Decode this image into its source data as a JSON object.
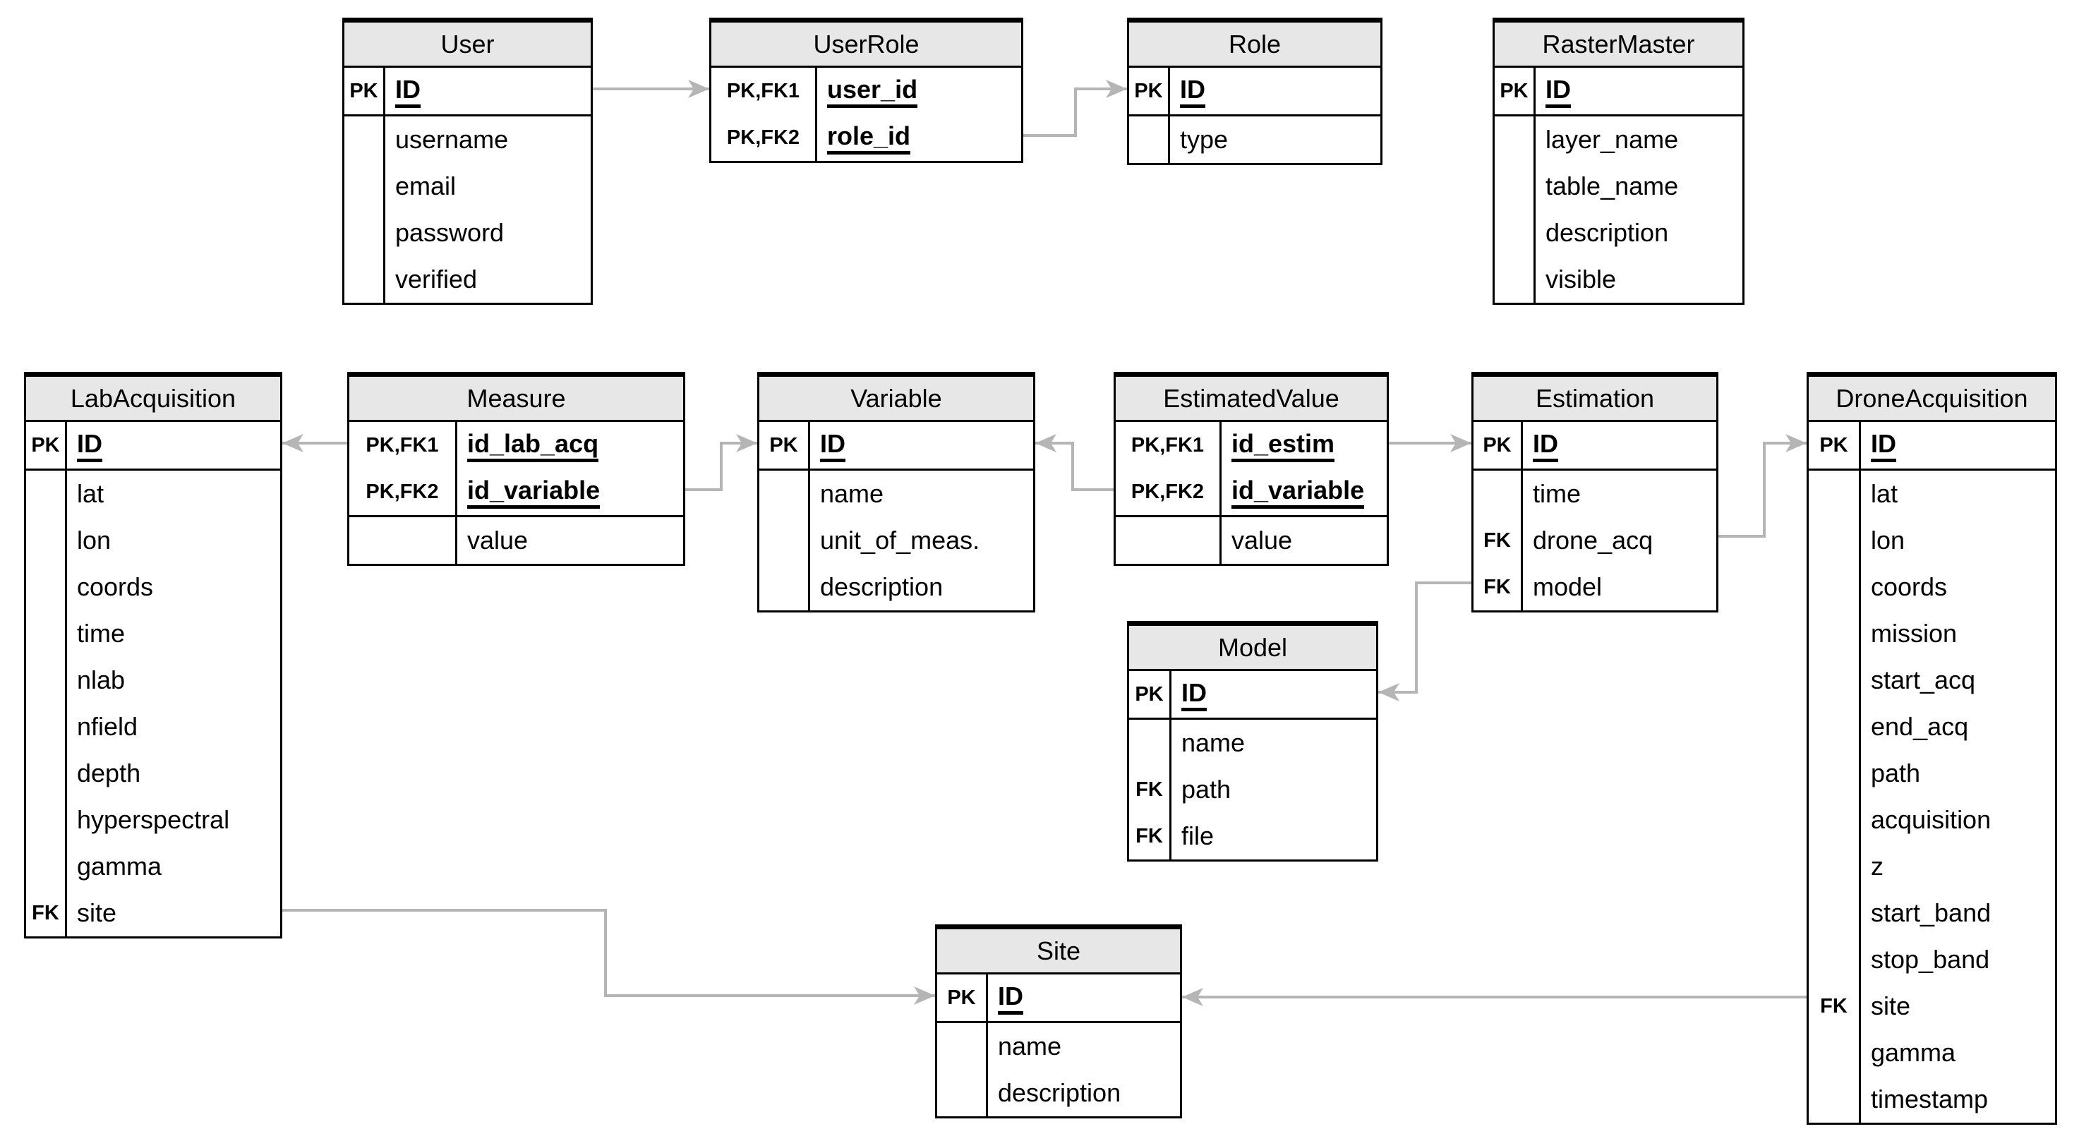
{
  "diagram": {
    "type": "entity-relationship-diagram",
    "colors": {
      "background": "#ffffff",
      "header_fill": "#e7e7e7",
      "border": "#000000",
      "connector": "#b5b5b5"
    },
    "entities": [
      {
        "id": "user",
        "title": "User",
        "rows": [
          {
            "key": "PK",
            "field": "ID",
            "pk": true
          },
          {
            "key": "",
            "field": "username"
          },
          {
            "key": "",
            "field": "email"
          },
          {
            "key": "",
            "field": "password"
          },
          {
            "key": "",
            "field": "verified"
          }
        ]
      },
      {
        "id": "user_role",
        "title": "UserRole",
        "rows": [
          {
            "key": "PK,FK1",
            "field": "user_id",
            "pk": true
          },
          {
            "key": "PK,FK2",
            "field": "role_id",
            "pk": true
          }
        ]
      },
      {
        "id": "role",
        "title": "Role",
        "rows": [
          {
            "key": "PK",
            "field": "ID",
            "pk": true
          },
          {
            "key": "",
            "field": "type"
          }
        ]
      },
      {
        "id": "raster_master",
        "title": "RasterMaster",
        "rows": [
          {
            "key": "PK",
            "field": "ID",
            "pk": true
          },
          {
            "key": "",
            "field": "layer_name"
          },
          {
            "key": "",
            "field": "table_name"
          },
          {
            "key": "",
            "field": "description"
          },
          {
            "key": "",
            "field": "visible"
          }
        ]
      },
      {
        "id": "lab_acquisition",
        "title": "LabAcquisition",
        "rows": [
          {
            "key": "PK",
            "field": "ID",
            "pk": true
          },
          {
            "key": "",
            "field": "lat"
          },
          {
            "key": "",
            "field": "lon"
          },
          {
            "key": "",
            "field": "coords"
          },
          {
            "key": "",
            "field": "time"
          },
          {
            "key": "",
            "field": "nlab"
          },
          {
            "key": "",
            "field": "nfield"
          },
          {
            "key": "",
            "field": "depth"
          },
          {
            "key": "",
            "field": "hyperspectral"
          },
          {
            "key": "",
            "field": "gamma"
          },
          {
            "key": "FK",
            "field": "site"
          }
        ]
      },
      {
        "id": "measure",
        "title": "Measure",
        "rows": [
          {
            "key": "PK,FK1",
            "field": "id_lab_acq",
            "pk": true
          },
          {
            "key": "PK,FK2",
            "field": "id_variable",
            "pk": true
          },
          {
            "key": "",
            "field": "value"
          }
        ]
      },
      {
        "id": "variable",
        "title": "Variable",
        "rows": [
          {
            "key": "PK",
            "field": "ID",
            "pk": true
          },
          {
            "key": "",
            "field": "name"
          },
          {
            "key": "",
            "field": "unit_of_meas."
          },
          {
            "key": "",
            "field": "description"
          }
        ]
      },
      {
        "id": "estimated_value",
        "title": "EstimatedValue",
        "rows": [
          {
            "key": "PK,FK1",
            "field": "id_estim",
            "pk": true
          },
          {
            "key": "PK,FK2",
            "field": "id_variable",
            "pk": true
          },
          {
            "key": "",
            "field": "value"
          }
        ]
      },
      {
        "id": "estimation",
        "title": "Estimation",
        "rows": [
          {
            "key": "PK",
            "field": "ID",
            "pk": true
          },
          {
            "key": "",
            "field": "time"
          },
          {
            "key": "FK",
            "field": "drone_acq"
          },
          {
            "key": "FK",
            "field": "model"
          }
        ]
      },
      {
        "id": "drone_acquisition",
        "title": "DroneAcquisition",
        "rows": [
          {
            "key": "PK",
            "field": "ID",
            "pk": true
          },
          {
            "key": "",
            "field": "lat"
          },
          {
            "key": "",
            "field": "lon"
          },
          {
            "key": "",
            "field": "coords"
          },
          {
            "key": "",
            "field": "mission"
          },
          {
            "key": "",
            "field": "start_acq"
          },
          {
            "key": "",
            "field": "end_acq"
          },
          {
            "key": "",
            "field": "path"
          },
          {
            "key": "",
            "field": "acquisition"
          },
          {
            "key": "",
            "field": "z"
          },
          {
            "key": "",
            "field": "start_band"
          },
          {
            "key": "",
            "field": "stop_band"
          },
          {
            "key": "FK",
            "field": "site"
          },
          {
            "key": "",
            "field": "gamma"
          },
          {
            "key": "",
            "field": "timestamp"
          }
        ]
      },
      {
        "id": "model",
        "title": "Model",
        "rows": [
          {
            "key": "PK",
            "field": "ID",
            "pk": true
          },
          {
            "key": "",
            "field": "name"
          },
          {
            "key": "FK",
            "field": "path"
          },
          {
            "key": "FK",
            "field": "file"
          }
        ]
      },
      {
        "id": "site",
        "title": "Site",
        "rows": [
          {
            "key": "PK",
            "field": "ID",
            "pk": true
          },
          {
            "key": "",
            "field": "name"
          },
          {
            "key": "",
            "field": "description"
          }
        ]
      }
    ],
    "relationships": [
      {
        "from": "User",
        "to": "UserRole"
      },
      {
        "from": "UserRole",
        "to": "Role"
      },
      {
        "from": "Measure",
        "to": "LabAcquisition"
      },
      {
        "from": "Measure",
        "to": "Variable"
      },
      {
        "from": "EstimatedValue",
        "to": "Variable"
      },
      {
        "from": "EstimatedValue",
        "to": "Estimation"
      },
      {
        "from": "Estimation",
        "to": "DroneAcquisition"
      },
      {
        "from": "Estimation",
        "to": "Model"
      },
      {
        "from": "LabAcquisition",
        "to": "Site"
      },
      {
        "from": "DroneAcquisition",
        "to": "Site"
      }
    ]
  }
}
